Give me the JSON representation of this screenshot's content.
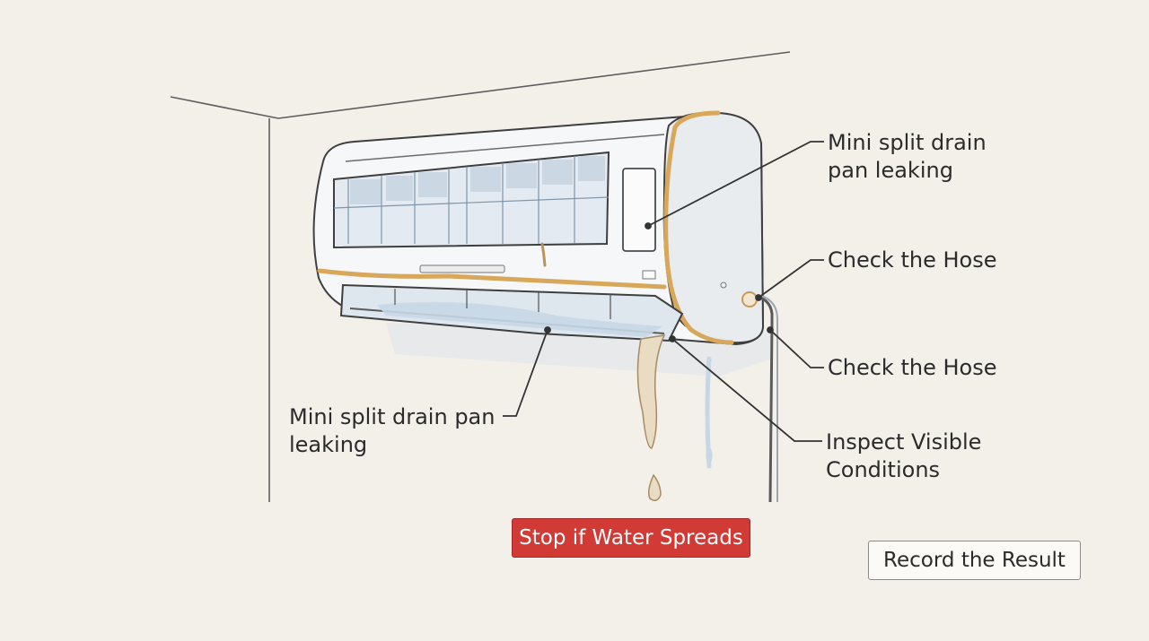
{
  "callouts": {
    "top_right": {
      "line1": "Mini split drain",
      "line2": "pan leaking"
    },
    "hose_upper": {
      "text": "Check the Hose"
    },
    "hose_lower": {
      "text": "Check the Hose"
    },
    "inspect": {
      "line1": "Inspect Visible",
      "line2": "Conditions"
    },
    "left": {
      "line1": "Mini split drain pan",
      "line2": "leaking"
    }
  },
  "buttons": {
    "stop": "Stop if Water Spreads",
    "record": "Record the Result"
  },
  "colors": {
    "background": "#f3f0ea",
    "accent_trim": "#d9a75a",
    "water": "#c7d7e6",
    "stop_button": "#d23a36"
  }
}
